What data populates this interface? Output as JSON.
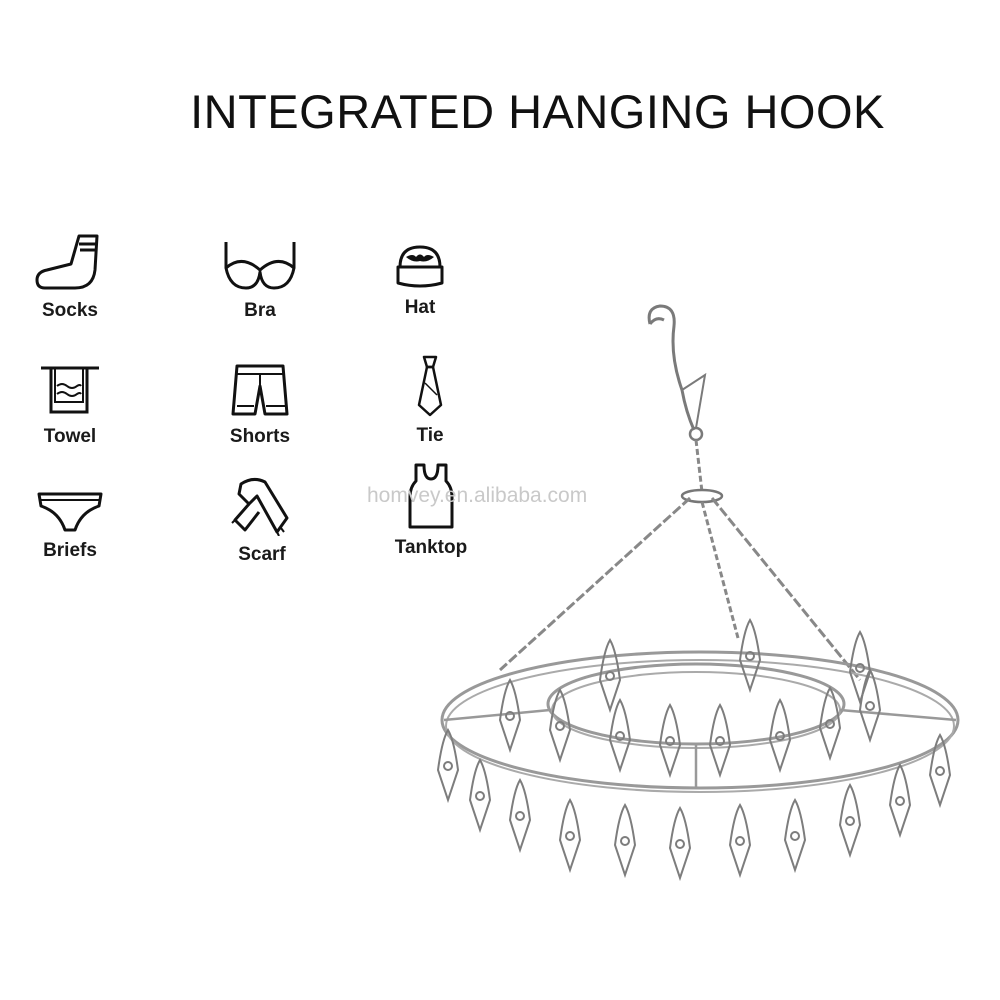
{
  "title": "INTEGRATED HANGING HOOK",
  "watermark": "homvey.en.alibaba.com",
  "items": [
    {
      "label": "Socks",
      "icon": "sock-icon"
    },
    {
      "label": "Bra",
      "icon": "bra-icon"
    },
    {
      "label": "Hat",
      "icon": "cap-icon"
    },
    {
      "label": "Towel",
      "icon": "towel-icon"
    },
    {
      "label": "Shorts",
      "icon": "shorts-icon"
    },
    {
      "label": "Tie",
      "icon": "tie-icon"
    },
    {
      "label": "Briefs",
      "icon": "briefs-icon"
    },
    {
      "label": "Scarf",
      "icon": "scarf-icon"
    },
    {
      "label": "Tanktop",
      "icon": "tanktop-icon"
    }
  ]
}
